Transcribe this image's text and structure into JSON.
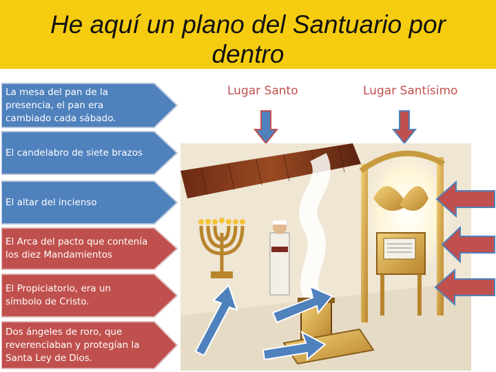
{
  "title": "He aquí un plano del Santuario por dentro",
  "column_labels": {
    "holy_place": "Lugar Santo",
    "most_holy_place": "Lugar Santísimo"
  },
  "callouts": [
    {
      "text": "La mesa del pan de la presencia, el pan era cambiado cada sábado.",
      "color": "#4f81bd"
    },
    {
      "text": "El candelabro de siete brazos",
      "color": "#4f81bd"
    },
    {
      "text": "El altar del incienso",
      "color": "#4f81bd"
    },
    {
      "text": "El Arca del pacto que contenía los diez Mandamientos",
      "color": "#c0504d"
    },
    {
      "text": "El Propiciatorio, era un símbolo de Cristo.",
      "color": "#c0504d"
    },
    {
      "text": "Dos ángeles de roro, que reverenciaban y protegían la Santa Ley de Dios.",
      "color": "#c0504d"
    }
  ],
  "colors": {
    "title_background": "#f5cc0f",
    "holy_blue": "#4f81bd",
    "most_holy_red": "#c0504d"
  },
  "icons": [
    "down-arrow-icon",
    "left-arrow-icon",
    "up-right-arrow-icon"
  ]
}
